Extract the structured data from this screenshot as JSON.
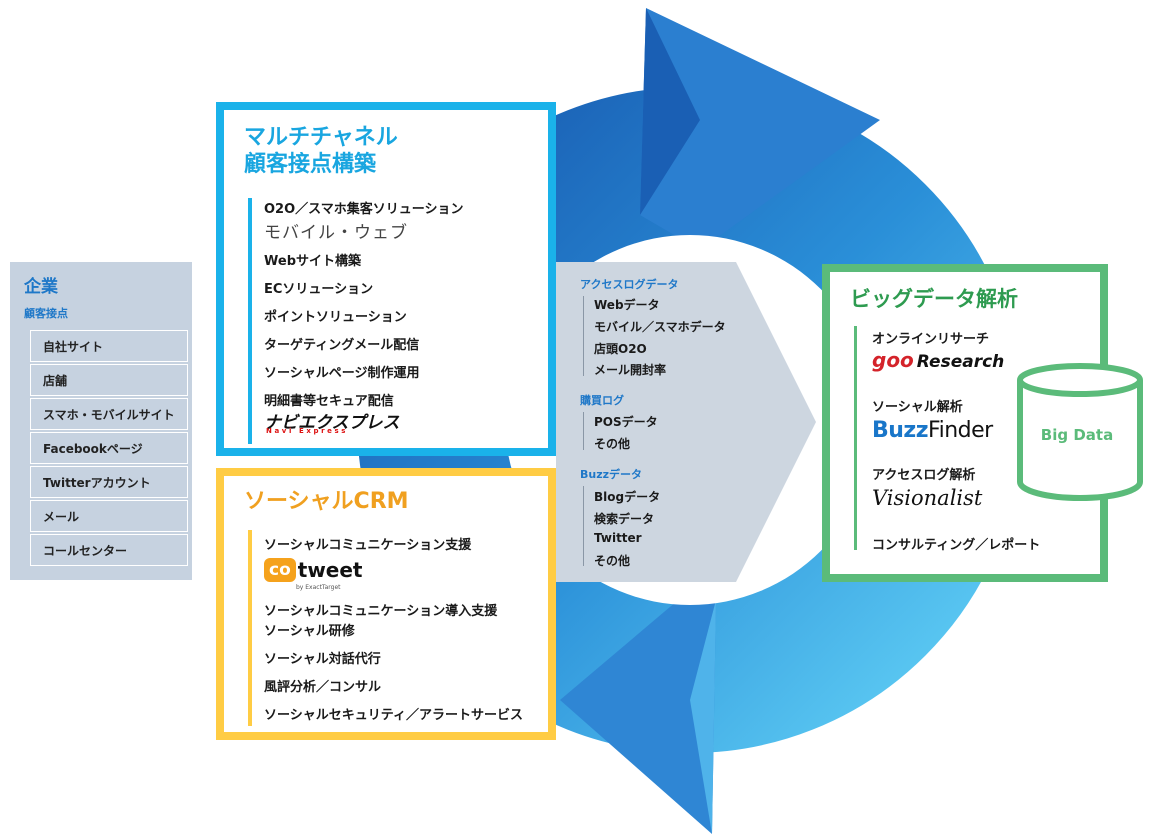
{
  "company": {
    "title": "企業",
    "subtitle": "顧客接点",
    "items": [
      "自社サイト",
      "店舗",
      "スマホ・モバイルサイト",
      "Facebookページ",
      "Twitterアカウント",
      "メール",
      "コールセンター"
    ]
  },
  "multichannel": {
    "title_line1": "マルチチャネル",
    "title_line2": "顧客接点構築",
    "items": [
      "O2O／スマホ集客ソリューション",
      "Webサイト構築",
      "ECソリューション",
      "ポイントソリューション",
      "ターゲティングメール配信",
      "ソーシャルページ制作運用",
      "明細書等セキュア配信"
    ],
    "logo_mobile": "モバイル・ウェブ",
    "logo_navi": "ナビエクスプレス",
    "logo_navi_sub": "Navi Express"
  },
  "social_crm": {
    "title": "ソーシャルCRM",
    "items": [
      "ソーシャルコミュニケーション支援",
      "ソーシャルコミュニケーション導入支援",
      "ソーシャル研修",
      "ソーシャル対話代行",
      "風評分析／コンサル",
      "ソーシャルセキュリティ／アラートサービス"
    ],
    "logo_co": "co",
    "logo_tweet": "tweet",
    "logo_sub": "by ExactTarget"
  },
  "data_sources": {
    "groups": [
      {
        "title": "アクセスログデータ",
        "items": [
          "Webデータ",
          "モバイル／スマホデータ",
          "店頭O2O",
          "メール開封率"
        ]
      },
      {
        "title": "購買ログ",
        "items": [
          "POSデータ",
          "その他"
        ]
      },
      {
        "title": "Buzzデータ",
        "items": [
          "Blogデータ",
          "検索データ",
          "Twitter",
          "その他"
        ]
      }
    ]
  },
  "bigdata": {
    "title": "ビッグデータ解析",
    "items": [
      "オンラインリサーチ",
      "ソーシャル解析",
      "アクセスログ解析",
      "コンサルティング／レポート"
    ],
    "logo_goo": "goo",
    "logo_research": "Research",
    "logo_buzz1": "Buzz",
    "logo_buzz2": "Finder",
    "logo_visionalist": "Visionalist",
    "cylinder_label": "Big Data"
  },
  "colors": {
    "cycle_dark": "#1565c0",
    "cycle_light": "#4dc3f0",
    "multichannel": "#1ab2ea",
    "social_crm": "#ffcc44",
    "bigdata": "#5bbb7a",
    "company_bg": "#c6d2e0",
    "panel_bg": "#cdd6e0"
  }
}
